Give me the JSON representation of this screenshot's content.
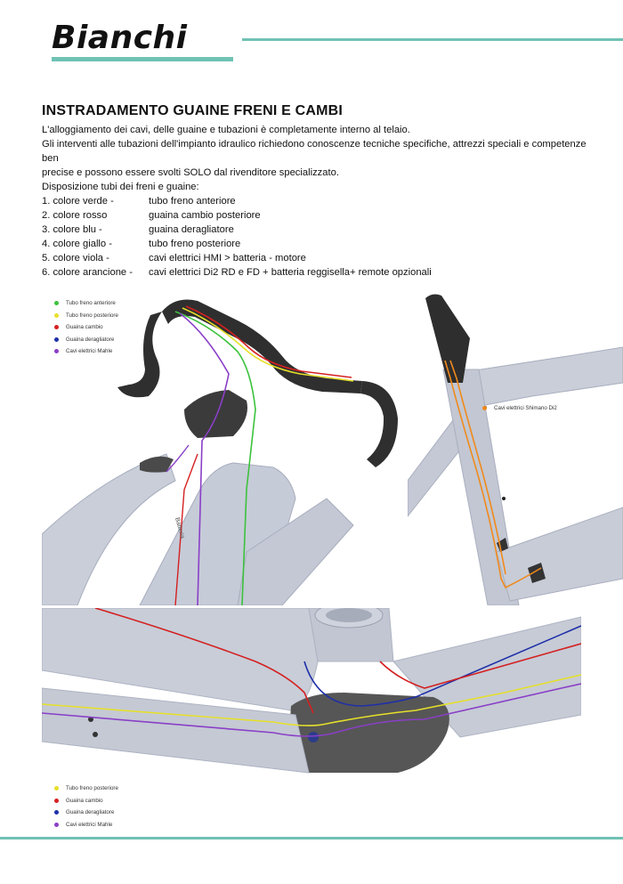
{
  "brand": {
    "logo_text": "Bianchi",
    "accent_color": "#6fc2b4"
  },
  "section": {
    "title": "INSTRADAMENTO GUAINE FRENI E CAMBI",
    "paragraphs": [
      "L'alloggiamento dei cavi, delle guaine e tubazioni è completamente interno al telaio.",
      "Gli interventi alle tubazioni dell'impianto idraulico richiedono conoscenze tecniche specifiche, attrezzi speciali e competenze ben",
      "precise e possono essere svolti SOLO dal rivenditore specializzato.",
      "Disposizione tubi dei freni e guaine:"
    ],
    "list": [
      {
        "key": "1. colore verde -",
        "value": "tubo freno anteriore"
      },
      {
        "key": "2. colore rosso",
        "value": "guaina cambio posteriore"
      },
      {
        "key": "3. colore blu -",
        "value": "guaina deragliatore"
      },
      {
        "key": "4. colore giallo -",
        "value": "tubo freno posteriore"
      },
      {
        "key": "5. colore viola -",
        "value": "cavi elettrici HMI > batteria - motore"
      },
      {
        "key": "6. colore arancione -",
        "value": "cavi elettrici Di2 RD e FD + batteria reggisella+ remote opzionali"
      }
    ]
  },
  "figure_handlebar": {
    "legend": [
      {
        "label": "Tubo freno anteriore",
        "color": "#3cc23c"
      },
      {
        "label": "Tubo freno posteriore",
        "color": "#e6e02a"
      },
      {
        "label": "Guaina cambio",
        "color": "#d42020"
      },
      {
        "label": "Guaina deragliatore",
        "color": "#1f2fa8"
      },
      {
        "label": "Cavi elettrici Mahle",
        "color": "#8a3fc7"
      }
    ],
    "frame_label": "Batteria"
  },
  "figure_seatpost": {
    "legend": [
      {
        "label": "Cavi elettrici Shimano Di2",
        "color": "#f08a1c"
      }
    ]
  },
  "figure_bottom_bracket": {
    "legend": [
      {
        "label": "Tubo freno posteriore",
        "color": "#e6e02a"
      },
      {
        "label": "Guaina cambio",
        "color": "#d42020"
      },
      {
        "label": "Guaina deragliatore",
        "color": "#1f2fa8"
      },
      {
        "label": "Cavi elettrici Mahle",
        "color": "#8a3fc7"
      }
    ]
  }
}
